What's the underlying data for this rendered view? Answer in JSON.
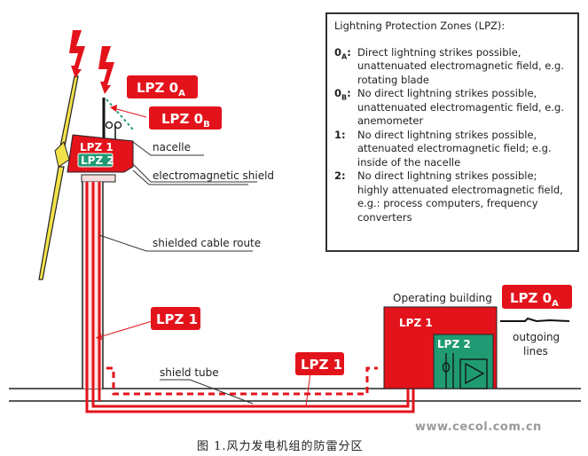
{
  "legend": {
    "title": "Lightning Protection Zones (LPZ):",
    "items": [
      {
        "key": "0",
        "sub": "A",
        "desc": "Direct lightning strikes possible, unattenuated electromagnetic field, e.g. rotating blade"
      },
      {
        "key": "0",
        "sub": "B",
        "desc": "No direct lightning strikes possible, unattenuated electromagentic field, e.g. anemometer"
      },
      {
        "key": "1",
        "sub": "",
        "desc": "No direct lightning strikes possible, attenuated electromagnetic field; e.g. inside of the nacelle"
      },
      {
        "key": "2",
        "sub": "",
        "desc": "No direct lightning strikes possible; highly attenuated electromagnetic field, e.g.: process computers, frequency converters"
      }
    ]
  },
  "tags": {
    "lpz0a_top": {
      "main": "LPZ 0",
      "sub": "A"
    },
    "lpz0b": {
      "main": "LPZ 0",
      "sub": "B"
    },
    "nacelle_lpz1": "LPZ 1",
    "nacelle_lpz2": "LPZ 2",
    "tower_lpz1": "LPZ 1",
    "tube_lpz1": "LPZ 1",
    "building_lpz1": "LPZ 1",
    "building_lpz2": "LPZ 2",
    "building_lpz0a": {
      "main": "LPZ 0",
      "sub": "A"
    }
  },
  "labels": {
    "nacelle": "nacelle",
    "em_shield": "electromagnetic shield",
    "cable_route": "shielded cable route",
    "shield_tube": "shield tube",
    "operating_building": "Operating building",
    "outgoing": "outgoing",
    "lines": "lines"
  },
  "colors": {
    "red": "#e3131b",
    "green": "#1f9a72",
    "yellow": "#f2e24a"
  },
  "caption": "图 1.风力发电机组的防雷分区",
  "watermark": "www.cecol.com.cn"
}
